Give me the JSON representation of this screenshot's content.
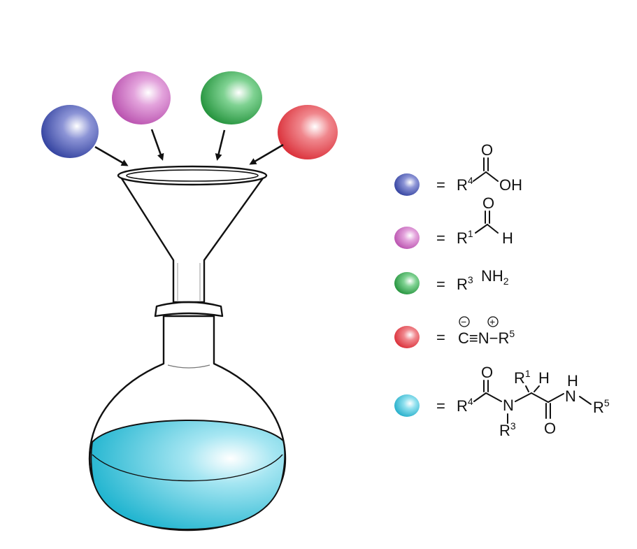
{
  "colors": {
    "blue": "#2a3a9a",
    "pink": "#c055b6",
    "green": "#1f9a3a",
    "red": "#e0303a",
    "cyan": "#20b6d0"
  },
  "spheres_top": [
    {
      "name": "blue-sphere",
      "color": "blue"
    },
    {
      "name": "pink-sphere",
      "color": "pink"
    },
    {
      "name": "green-sphere",
      "color": "green"
    },
    {
      "name": "red-sphere",
      "color": "red"
    }
  ],
  "legend": {
    "equals": "=",
    "acid": {
      "R": "R",
      "sup": "4",
      "O": "O",
      "OH": "OH"
    },
    "aldehyde": {
      "R": "R",
      "sup": "1",
      "O": "O",
      "H": "H"
    },
    "amine": {
      "R": "R",
      "sup": "3",
      "NH": "NH",
      "sub": "2"
    },
    "isocyanide": {
      "minus": "−",
      "plus": "+",
      "C": "C",
      "triple": "≡",
      "N": "N",
      "dash": "−",
      "R": "R",
      "sup": "5"
    },
    "product": {
      "R4": "R",
      "R4sup": "4",
      "O1": "O",
      "N1": "N",
      "R3": "R",
      "R3sup": "3",
      "R1": "R",
      "R1sup": "1",
      "H": "H",
      "NH_H": "H",
      "N2": "N",
      "O2": "O",
      "R5": "R",
      "R5sup": "5"
    }
  }
}
